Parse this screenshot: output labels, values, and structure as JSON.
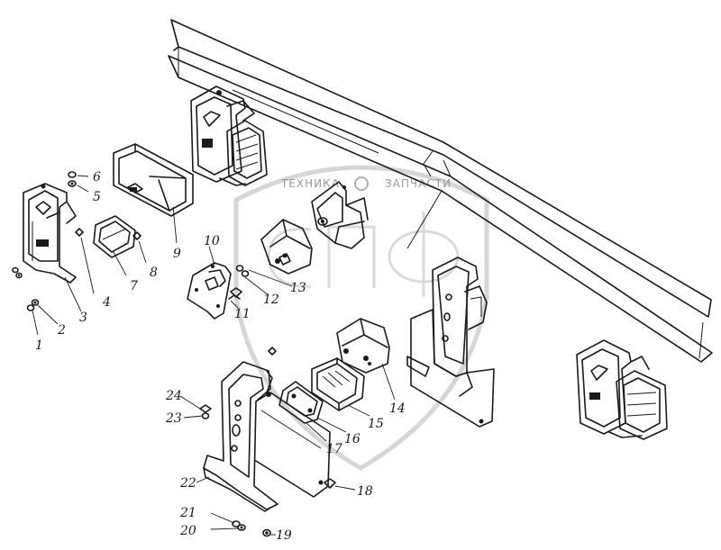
{
  "watermark": {
    "text_left": "ТЕХНИКА",
    "text_right": "ЗАПЧАСТИ",
    "logo": "СПФ"
  },
  "callouts": [
    {
      "id": "c1",
      "label": "1"
    },
    {
      "id": "c2",
      "label": "2"
    },
    {
      "id": "c3",
      "label": "3"
    },
    {
      "id": "c4",
      "label": "4"
    },
    {
      "id": "c5",
      "label": "5"
    },
    {
      "id": "c6",
      "label": "6"
    },
    {
      "id": "c7",
      "label": "7"
    },
    {
      "id": "c8",
      "label": "8"
    },
    {
      "id": "c9",
      "label": "9"
    },
    {
      "id": "c10",
      "label": "10"
    },
    {
      "id": "c11",
      "label": "11"
    },
    {
      "id": "c12",
      "label": "12"
    },
    {
      "id": "c13",
      "label": "13"
    },
    {
      "id": "c14",
      "label": "14"
    },
    {
      "id": "c15",
      "label": "15"
    },
    {
      "id": "c16",
      "label": "16"
    },
    {
      "id": "c17",
      "label": "17"
    },
    {
      "id": "c18",
      "label": "18"
    },
    {
      "id": "c19",
      "label": "19"
    },
    {
      "id": "c20",
      "label": "20"
    },
    {
      "id": "c21",
      "label": "21"
    },
    {
      "id": "c22",
      "label": "22"
    },
    {
      "id": "c23",
      "label": "23"
    },
    {
      "id": "c24",
      "label": "24"
    }
  ]
}
